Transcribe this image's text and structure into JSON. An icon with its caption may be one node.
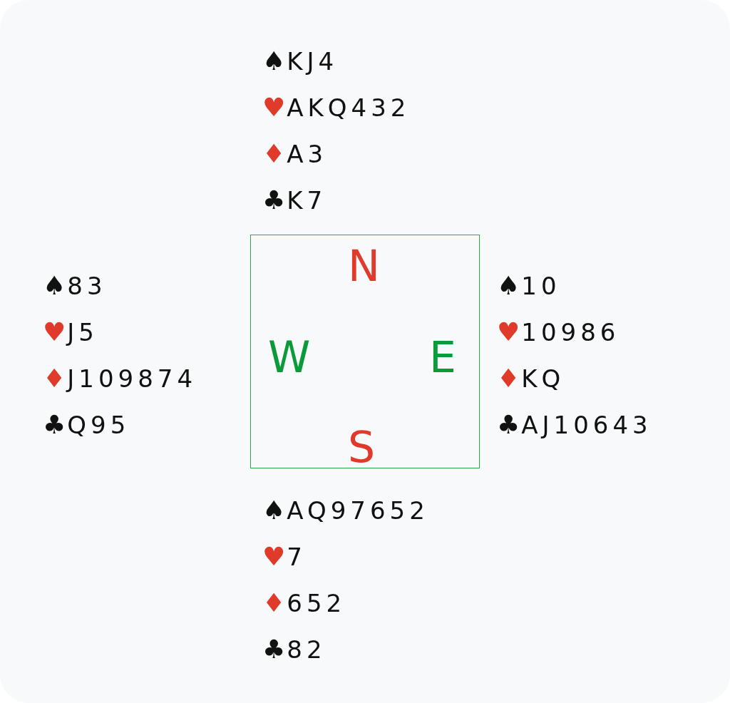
{
  "diagram": {
    "nodes": [
      {
        "text": [
          "N",
          "W",
          "E",
          "S"
        ]
      }
    ],
    "edges": [],
    "labels": [
      "♠KJ4",
      "♥AKQ432",
      "♦A3",
      "♣K7",
      "♠83",
      "♥J5",
      "♦J109874",
      "♣Q95",
      "♠10",
      "♥10986",
      "♦KQ",
      "♣AJ10643",
      "♠AQ97652",
      "♥7",
      "♦652",
      "♣82"
    ]
  }
}
